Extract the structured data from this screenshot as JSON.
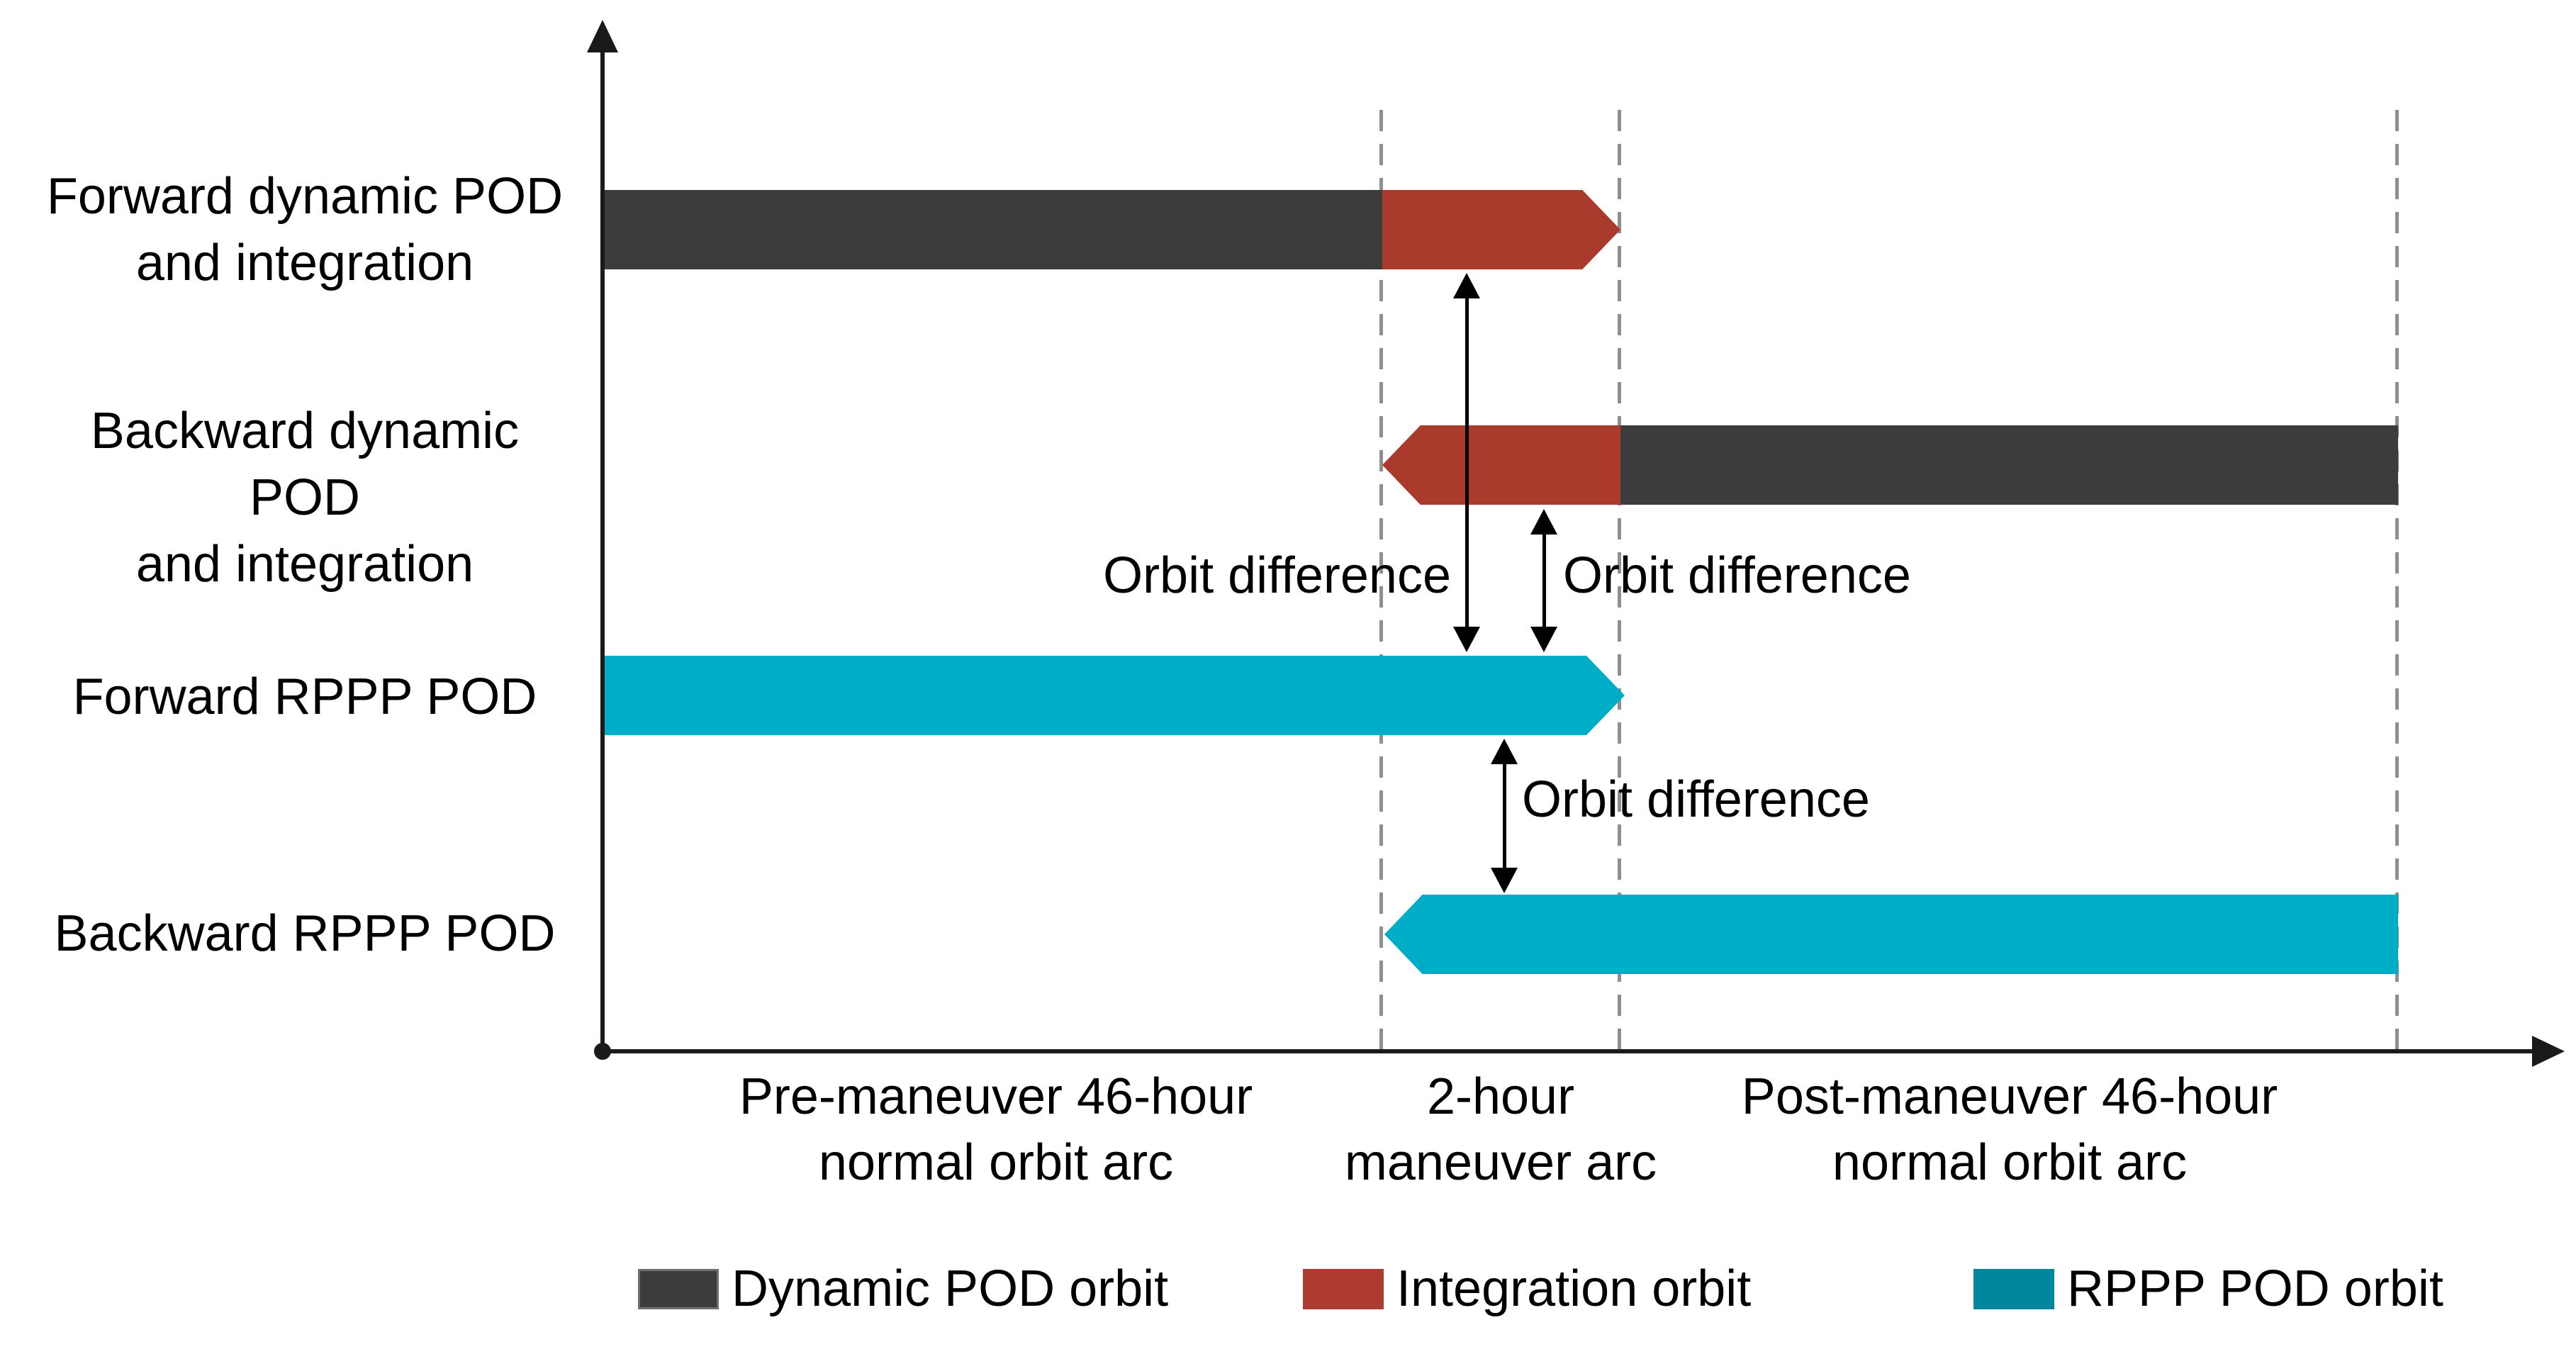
{
  "figure": {
    "type": "orbit-determination-timeline-diagram",
    "background": "#ffffff"
  },
  "colors": {
    "dynamic_pod": "#3c3c3c",
    "integration": "#a93a2c",
    "rppp_pod": "#00adc7",
    "axis": "#1a1a1a",
    "gridline": "#8f8f8f",
    "text": "#000000"
  },
  "row_labels": [
    {
      "text": "Forward dynamic POD\nand integration"
    },
    {
      "text": "Backward dynamic POD\nand integration"
    },
    {
      "text": "Forward RPPP POD"
    },
    {
      "text": "Backward RPPP POD"
    }
  ],
  "annotations": {
    "orbit_difference": "Orbit difference"
  },
  "x_axis": {
    "segments": [
      {
        "label": "Pre-maneuver 46-hour\nnormal orbit arc"
      },
      {
        "label": "2-hour\nmaneuver arc"
      },
      {
        "label": "Post-maneuver 46-hour\nnormal orbit arc"
      }
    ]
  },
  "rows": [
    {
      "name": "Forward dynamic POD and integration",
      "direction": "forward",
      "bars": [
        {
          "type": "dynamic_pod",
          "span": "pre-maneuver arc"
        },
        {
          "type": "integration",
          "span": "maneuver arc",
          "arrow": "right"
        }
      ]
    },
    {
      "name": "Backward dynamic POD and integration",
      "direction": "backward",
      "bars": [
        {
          "type": "integration",
          "span": "maneuver arc",
          "arrow": "left"
        },
        {
          "type": "dynamic_pod",
          "span": "post-maneuver arc"
        }
      ]
    },
    {
      "name": "Forward RPPP POD",
      "direction": "forward",
      "bars": [
        {
          "type": "rppp_pod",
          "span": "pre-maneuver + maneuver arc",
          "arrow": "right"
        }
      ]
    },
    {
      "name": "Backward RPPP POD",
      "direction": "backward",
      "bars": [
        {
          "type": "rppp_pod",
          "span": "maneuver + post-maneuver arc",
          "arrow": "left"
        }
      ]
    }
  ],
  "legend": [
    {
      "label": "Dynamic POD orbit",
      "color": "#3c3c3c"
    },
    {
      "label": "Integration orbit",
      "color": "#ae3b2f"
    },
    {
      "label": "RPPP POD orbit",
      "color": "#00879e"
    }
  ]
}
